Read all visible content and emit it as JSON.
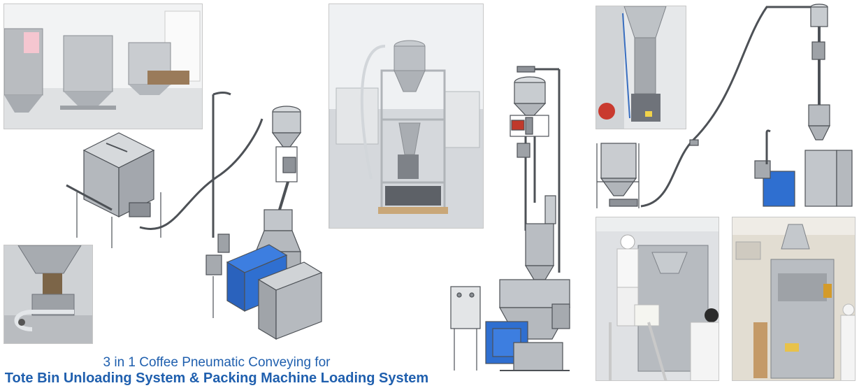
{
  "caption": {
    "line1": "3 in 1 Coffee Pneumatic Conveying for",
    "line2": "Tote Bin Unloading System & Packing Machine Loading System"
  },
  "colors": {
    "caption": "#1f5fae",
    "steel": "#bfc3c8",
    "steel_dark": "#6f747a",
    "blue_motor": "#2f6fd0",
    "floor": "#e9eaec"
  },
  "images": [
    {
      "name": "photo-tote-bins-warehouse",
      "icon": "tote-bin-photo"
    },
    {
      "name": "isometric-tote-bin-unloading-system",
      "icon": "cad-drawing"
    },
    {
      "name": "photo-pneumatic-conveyor-frame",
      "icon": "conveyor-photo"
    },
    {
      "name": "front-view-packing-machine-loading",
      "icon": "cad-drawing"
    },
    {
      "name": "photo-hopper-closeup",
      "icon": "hopper-photo"
    },
    {
      "name": "side-view-tote-bin-line",
      "icon": "cad-drawing"
    },
    {
      "name": "photo-operator-loading",
      "icon": "operator-photo"
    },
    {
      "name": "photo-packing-machine",
      "icon": "packing-machine-photo"
    },
    {
      "name": "photo-discharge-closeup",
      "icon": "discharge-photo"
    }
  ]
}
